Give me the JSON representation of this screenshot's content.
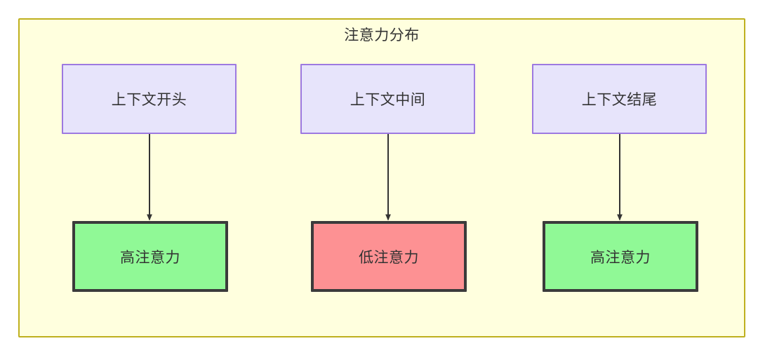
{
  "diagram": {
    "title": "注意力分布",
    "container": {
      "fill": "#ffffde",
      "stroke": "#bfb01f"
    },
    "nodes": {
      "context": [
        {
          "id": "ctx-start",
          "label": "上下文开头",
          "fill": "#e7e4fb",
          "stroke": "#9d79e0"
        },
        {
          "id": "ctx-middle",
          "label": "上下文中间",
          "fill": "#e7e4fb",
          "stroke": "#9d79e0"
        },
        {
          "id": "ctx-end",
          "label": "上下文结尾",
          "fill": "#e7e4fb",
          "stroke": "#9d79e0"
        }
      ],
      "attention": [
        {
          "id": "att-start",
          "label": "高注意力",
          "level": "high",
          "fill": "#90f996",
          "stroke": "#3b3b3b"
        },
        {
          "id": "att-middle",
          "label": "低注意力",
          "level": "low",
          "fill": "#fd9193",
          "stroke": "#3b3b3b"
        },
        {
          "id": "att-end",
          "label": "高注意力",
          "level": "high",
          "fill": "#90f996",
          "stroke": "#3b3b3b"
        }
      ]
    },
    "edges": [
      {
        "from": "ctx-start",
        "to": "att-start",
        "arrow": "arrow-down-icon"
      },
      {
        "from": "ctx-middle",
        "to": "att-middle",
        "arrow": "arrow-down-icon"
      },
      {
        "from": "ctx-end",
        "to": "att-end",
        "arrow": "arrow-down-icon"
      }
    ],
    "edge_style": {
      "stroke": "#333333",
      "width": 2
    }
  }
}
